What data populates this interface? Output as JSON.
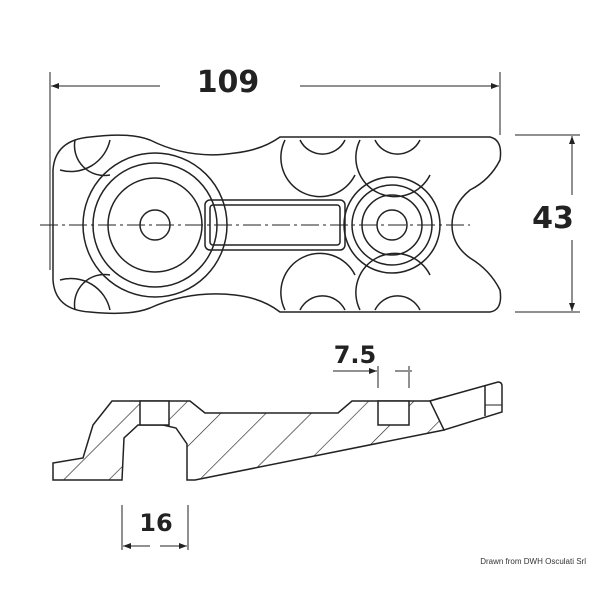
{
  "dimensions": {
    "length": "109",
    "width": "43",
    "hole_offset": "7.5",
    "hole_depth": "16"
  },
  "credit": "Drawn from DWH Osculati Srl",
  "colors": {
    "line": "#222222",
    "background": "#ffffff"
  }
}
